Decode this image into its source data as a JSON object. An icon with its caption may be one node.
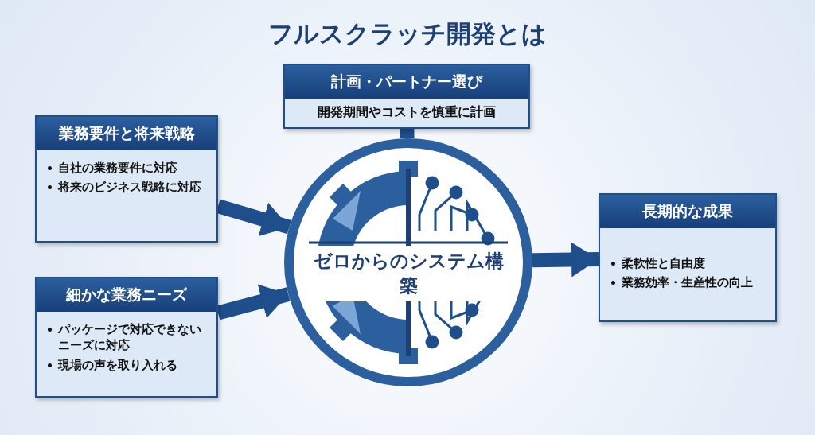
{
  "diagram": {
    "title": "フルスクラッチ開発とは",
    "nodes": [
      {
        "text": [
          "計画・パートナー選び",
          "開発期間やコストを慎重に計画"
        ]
      },
      {
        "text": [
          "業務要件と将来戦略",
          "自社の業務要件に対応",
          "将来のビジネス戦略に対応"
        ]
      },
      {
        "text": [
          "細かな業務ニーズ",
          "パッケージで対応できないニーズに対応",
          "現場の声を取り入れる"
        ]
      },
      {
        "text": [
          "ゼロからのシステム構築"
        ]
      },
      {
        "text": [
          "長期的な成果",
          "柔軟性と自由度",
          "業務効率・生産性の向上"
        ]
      }
    ],
    "edges": [
      {
        "from": 0,
        "to": 3,
        "arrow": "to"
      },
      {
        "from": 1,
        "to": 3,
        "arrow": "to"
      },
      {
        "from": 2,
        "to": 3,
        "arrow": "to"
      },
      {
        "from": 3,
        "to": 4,
        "arrow": "to"
      }
    ]
  }
}
